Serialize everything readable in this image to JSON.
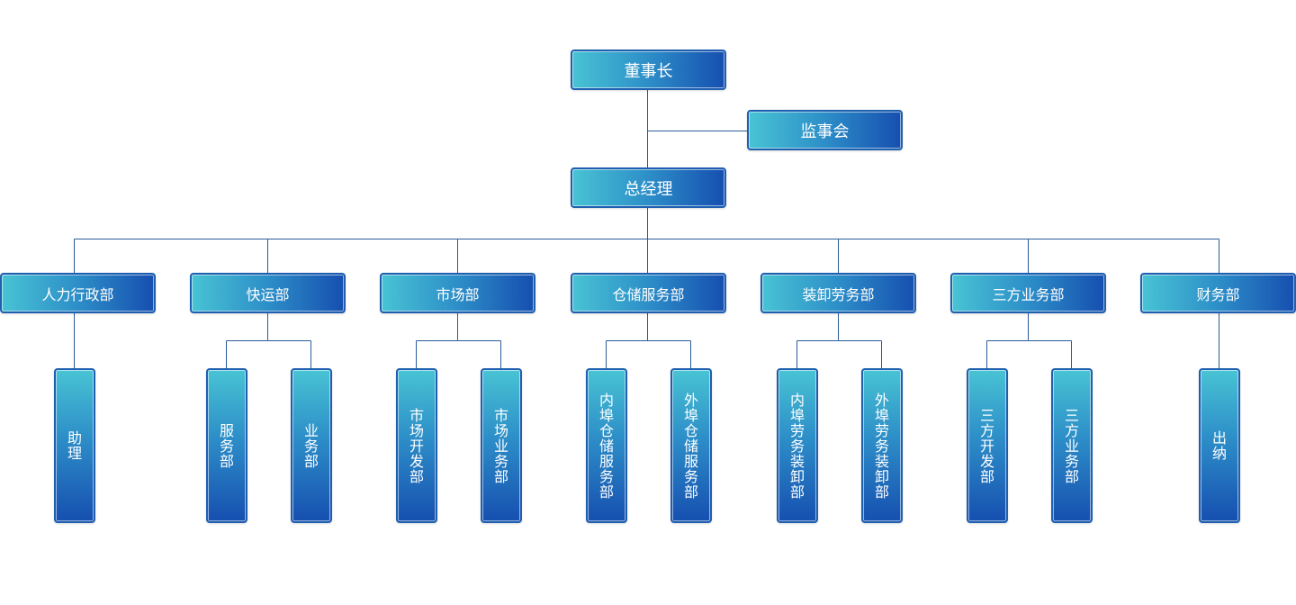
{
  "colors": {
    "box_gradient_light": "#48c3d4",
    "box_gradient_dark": "#164fb0",
    "box_border": "#1f5fb0",
    "connector_line": "#2a5c9a",
    "text": "#ffffff"
  },
  "org_chart": {
    "chairman": "董事长",
    "supervisory_board": "监事会",
    "general_manager": "总经理",
    "departments": [
      {
        "name": "人力行政部",
        "units": [
          "助理"
        ]
      },
      {
        "name": "快运部",
        "units": [
          "服务部",
          "业务部"
        ]
      },
      {
        "name": "市场部",
        "units": [
          "市场开发部",
          "市场业务部"
        ]
      },
      {
        "name": "仓储服务部",
        "units": [
          "内埠仓储服务部",
          "外埠仓储服务部"
        ]
      },
      {
        "name": "装卸劳务部",
        "units": [
          "内埠劳务装卸部",
          "外埠劳务装卸部"
        ]
      },
      {
        "name": "三方业务部",
        "units": [
          "三方开发部",
          "三方业务部"
        ]
      },
      {
        "name": "财务部",
        "units": [
          "出纳"
        ]
      }
    ]
  }
}
